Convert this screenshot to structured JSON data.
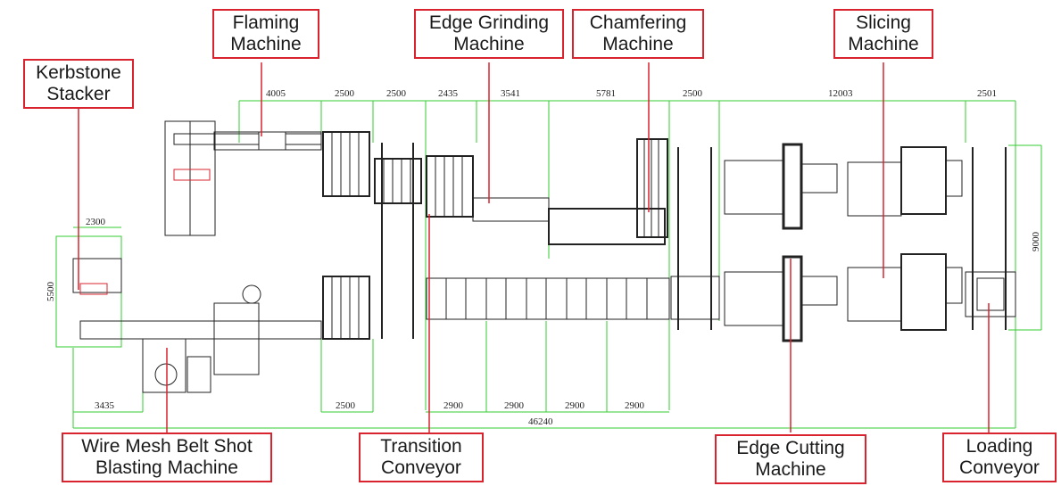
{
  "labels": {
    "flaming": [
      "Flaming",
      "Machine"
    ],
    "edge_grinding": [
      "Edge Grinding",
      "Machine"
    ],
    "chamfering": [
      "Chamfering",
      "Machine"
    ],
    "slicing": [
      "Slicing",
      "Machine"
    ],
    "kerbstone": [
      "Kerbstone",
      "Stacker"
    ],
    "wire_mesh": [
      "Wire Mesh Belt Shot",
      "Blasting Machine"
    ],
    "transition": [
      "Transition",
      "Conveyor"
    ],
    "edge_cutting": [
      "Edge Cutting",
      "Machine"
    ],
    "loading": [
      "Loading",
      "Conveyor"
    ]
  },
  "dimensions": {
    "top": [
      "4005",
      "2500",
      "2500",
      "2435",
      "3541",
      "5781",
      "2500",
      "12003",
      "2501"
    ],
    "stacker_width": "2300",
    "stacker_height": "5500",
    "stacker_length": "3435",
    "lower_conveyor": "2500",
    "transition_sections": [
      "2900",
      "2900",
      "2900",
      "2900"
    ],
    "total_length": "46240",
    "total_width": "9000"
  },
  "colors": {
    "label_border": "#d9232e",
    "leader": "#d9232e",
    "dimension": "#33cc33",
    "machine": "#222222"
  }
}
